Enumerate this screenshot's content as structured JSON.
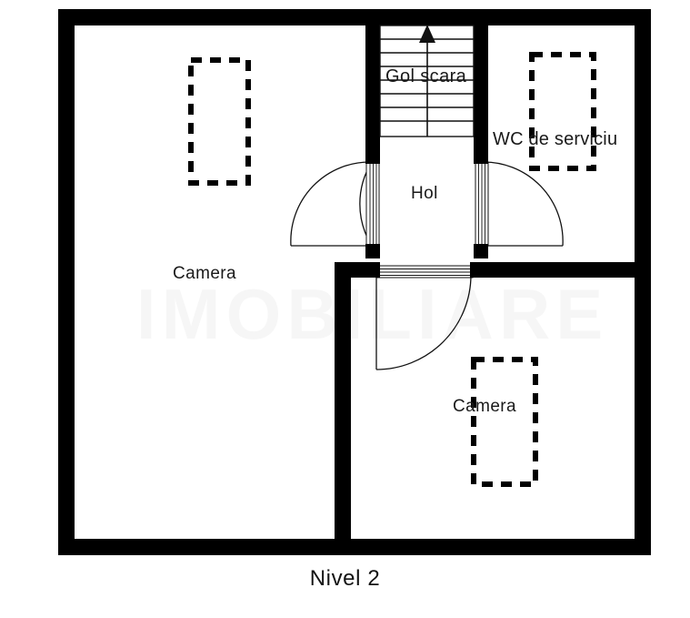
{
  "plan": {
    "caption": "Nivel 2",
    "watermark_text": "IMOBILIARE",
    "wall_color": "#000000",
    "background_color": "#ffffff",
    "line_color": "#1a1a1a",
    "labels": {
      "camera_top_left": "Camera",
      "camera_bottom_right": "Camera",
      "hol": "Hol",
      "gol_scara": "Gol scara",
      "wc_de_serviciu": "WC de serviciu"
    },
    "rooms": [
      {
        "name": "Camera",
        "position": "top-left"
      },
      {
        "name": "Hol",
        "position": "center"
      },
      {
        "name": "Gol scara",
        "position": "top-center"
      },
      {
        "name": "WC de serviciu",
        "position": "top-right"
      },
      {
        "name": "Camera",
        "position": "bottom-right"
      }
    ],
    "features": {
      "stair_steps": 8,
      "stair_direction_arrow": "up",
      "doors": 3,
      "window_openings": 3
    }
  }
}
